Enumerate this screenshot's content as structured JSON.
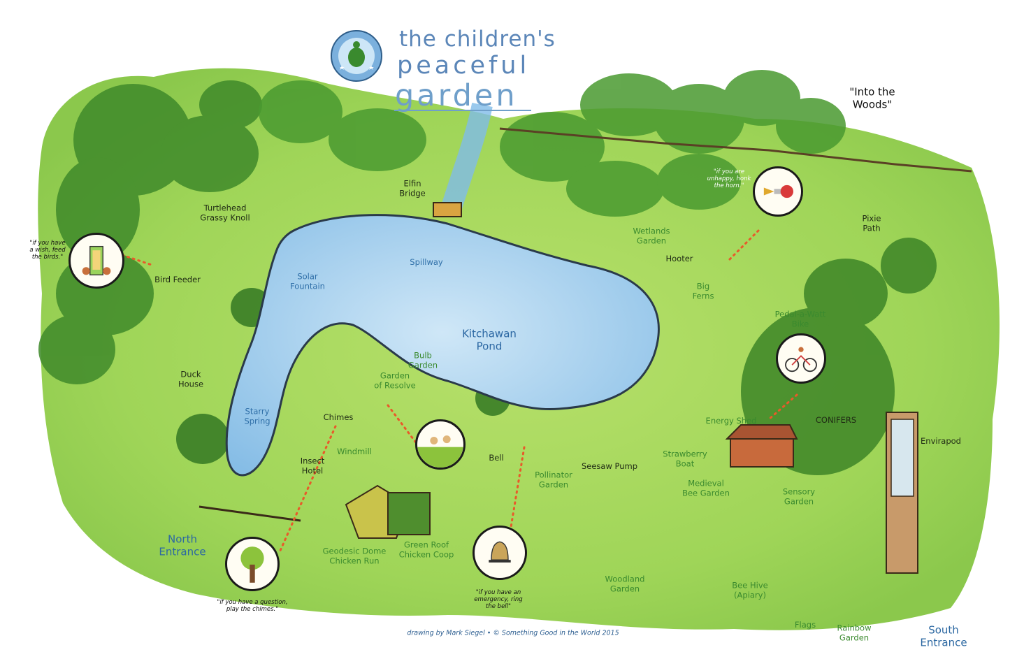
{
  "title": {
    "line1": "the children's",
    "line2": "peaceful",
    "line3": "garden"
  },
  "labels": {
    "into_woods": "\"Into the\nWoods\"",
    "elfin_bridge": "Elfin\nBridge",
    "turtlehead": "Turtlehead\nGrassy Knoll",
    "spillway": "Spillway",
    "solar_fountain": "Solar\nFountain",
    "bird_feeder": "Bird Feeder",
    "wetlands": "Wetlands\nGarden",
    "hooter": "Hooter",
    "big_ferns": "Big\nFerns",
    "pixie_path": "Pixie\nPath",
    "kitchawan": "Kitchawan\nPond",
    "bulb_garden": "Bulb\nGarden",
    "garden_resolve": "Garden\nof Resolve",
    "pedal_bike": "Pedal-a-Watt\nBike",
    "duck_house": "Duck\nHouse",
    "starry_spring": "Starry\nSpring",
    "chimes": "Chimes",
    "energy_shed": "Energy Shed",
    "conifers": "CONIFERS",
    "strawberry_boat": "Strawberry\nBoat",
    "envirapod": "Envirapod",
    "windmill": "Windmill",
    "insect_hotel": "Insect\nHotel",
    "bell": "Bell",
    "seesaw_pump": "Seesaw Pump",
    "pollinator": "Pollinator\nGarden",
    "medieval_bee": "Medieval\nBee Garden",
    "sensory": "Sensory\nGarden",
    "north_entrance": "North\nEntrance",
    "geodesic": "Geodesic Dome\nChicken Run",
    "green_roof": "Green Roof\nChicken Coop",
    "woodland": "Woodland\nGarden",
    "bee_hive": "Bee Hive\n(Apiary)",
    "flags": "Flags",
    "rainbow": "Rainbow\nGarden",
    "south_entrance": "South\nEntrance"
  },
  "quotes": {
    "wish": "\"if you have\na wish, feed\nthe birds.\"",
    "unhappy": "\"if you are\nunhappy, honk\nthe horn.\"",
    "question": "\"if you have a question,\nplay the chimes.\"",
    "emergency": "\"if you have an\nemergency, ring\nthe bell\""
  },
  "credit": "drawing by Mark Siegel • © Something Good in the World 2015",
  "icons": [
    "turtle-logo-icon",
    "bird-feeder-icon",
    "horn-icon",
    "bike-icon",
    "tree-chimes-icon",
    "bell-icon",
    "kids-picnic-icon"
  ],
  "colors": {
    "grass": "#8ccf4a",
    "tree_dark": "#3f8a2a",
    "pond": "#a9d3f0",
    "text_blue": "#2f6fa8",
    "text_green": "#3a8a2e",
    "dots": "#e85a2a"
  }
}
